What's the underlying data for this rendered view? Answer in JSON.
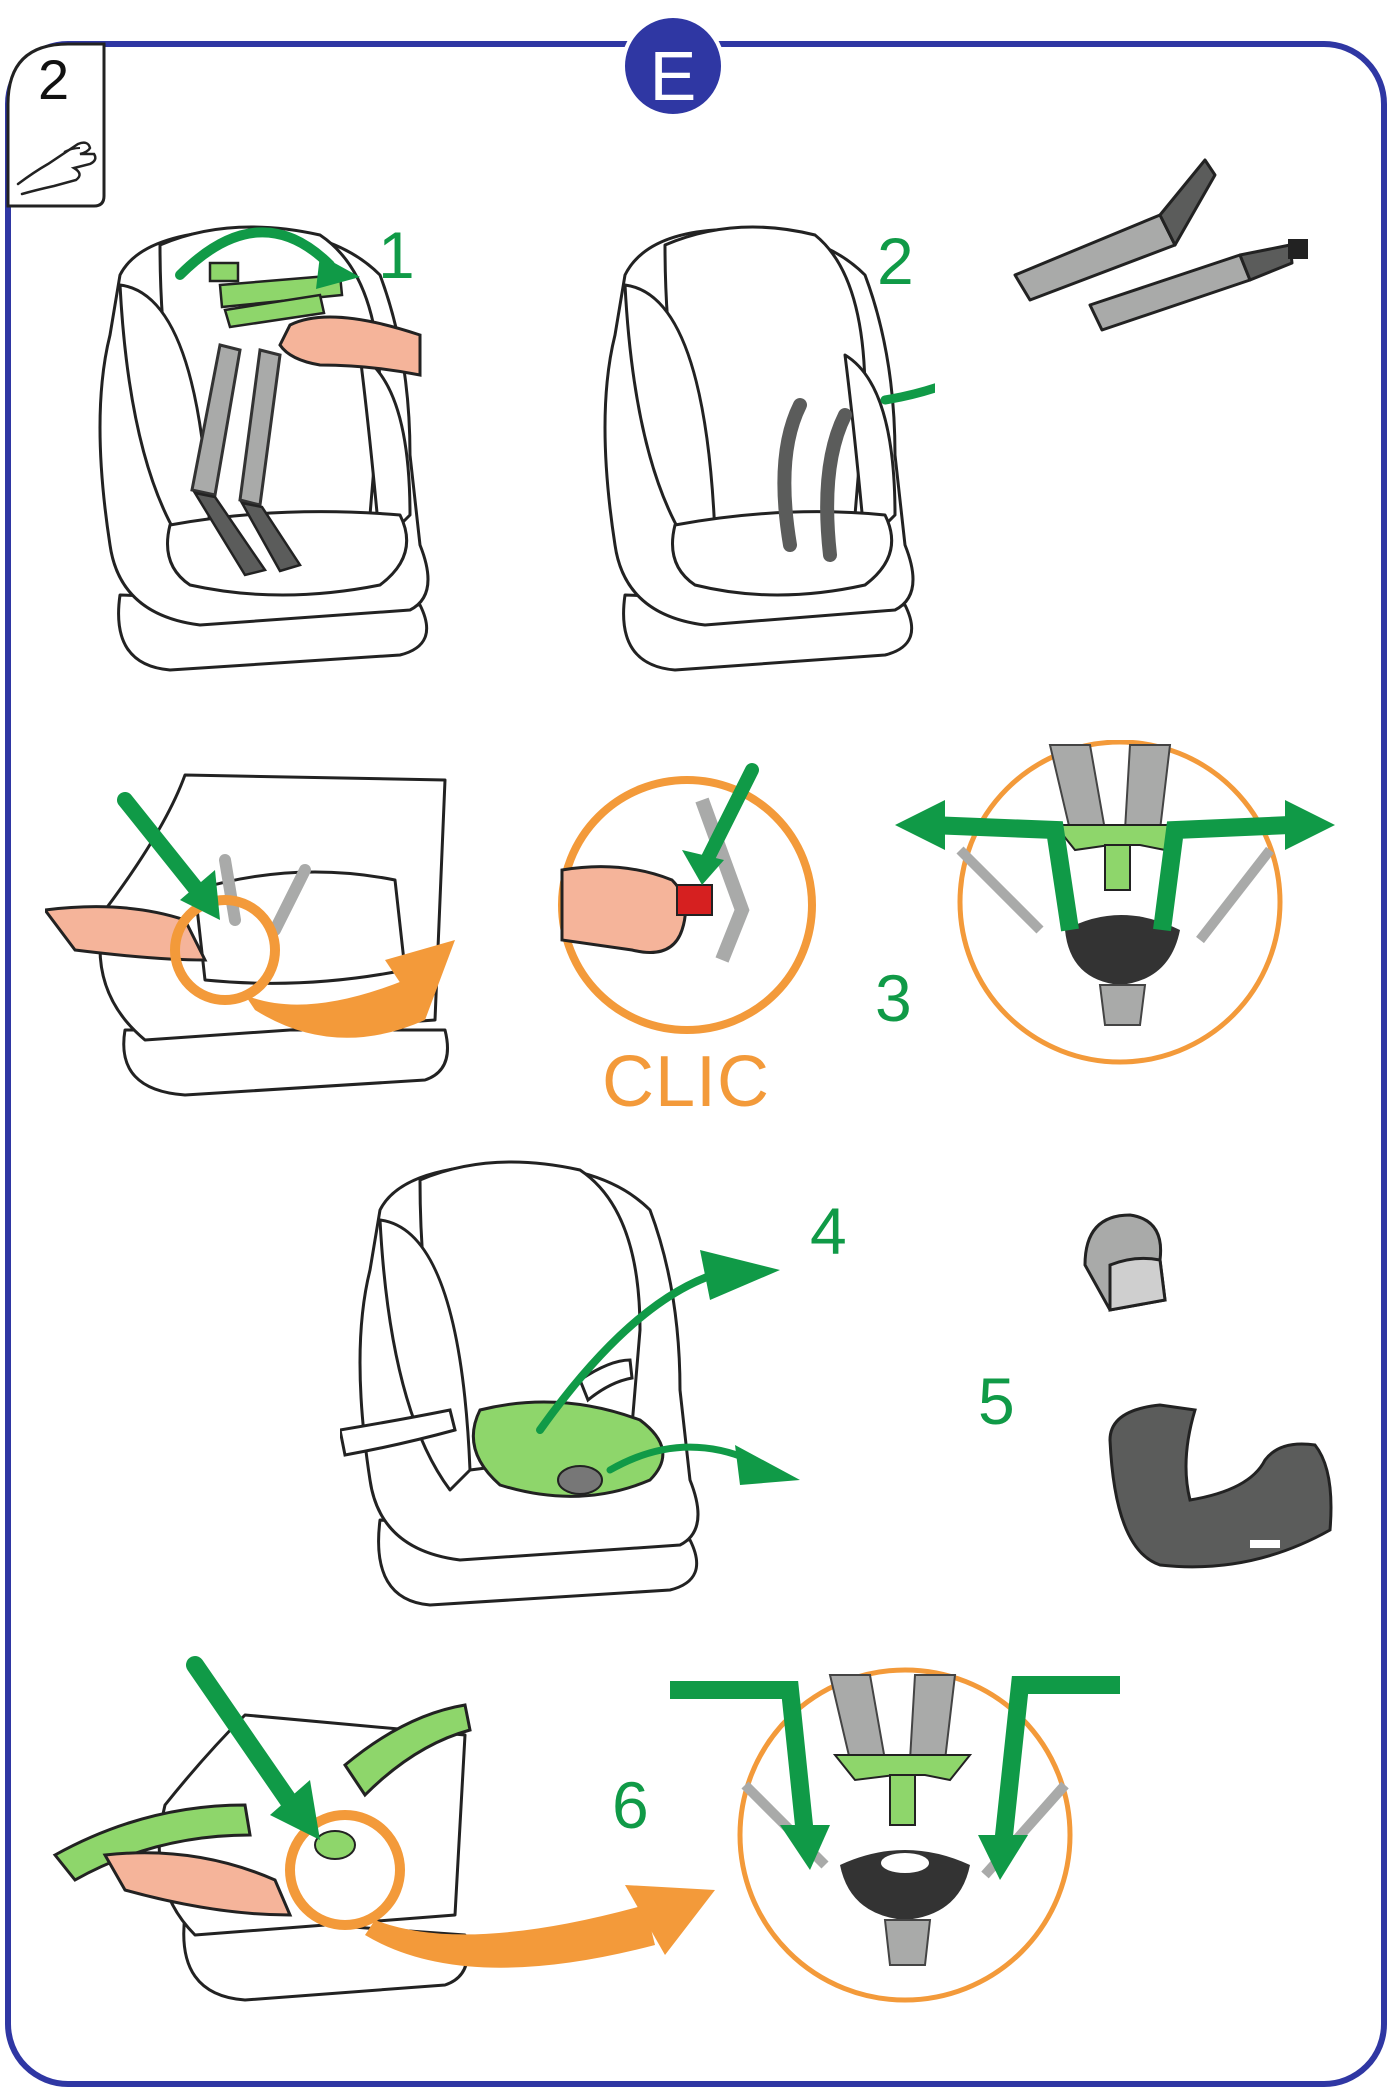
{
  "section_letter": "E",
  "page_number": "2",
  "icon": "hand-icon",
  "steps": [
    "1",
    "2",
    "3",
    "4",
    "5",
    "6"
  ],
  "clic_label": "CLIC",
  "colors": {
    "frame": "#2f37a3",
    "step_green": "#109a47",
    "light_green": "#8ed66b",
    "orange": "#f39a3a",
    "skin": "#f5b49a",
    "strap_gray": "#a9aaa9",
    "dark_gray": "#5b5c5b"
  }
}
